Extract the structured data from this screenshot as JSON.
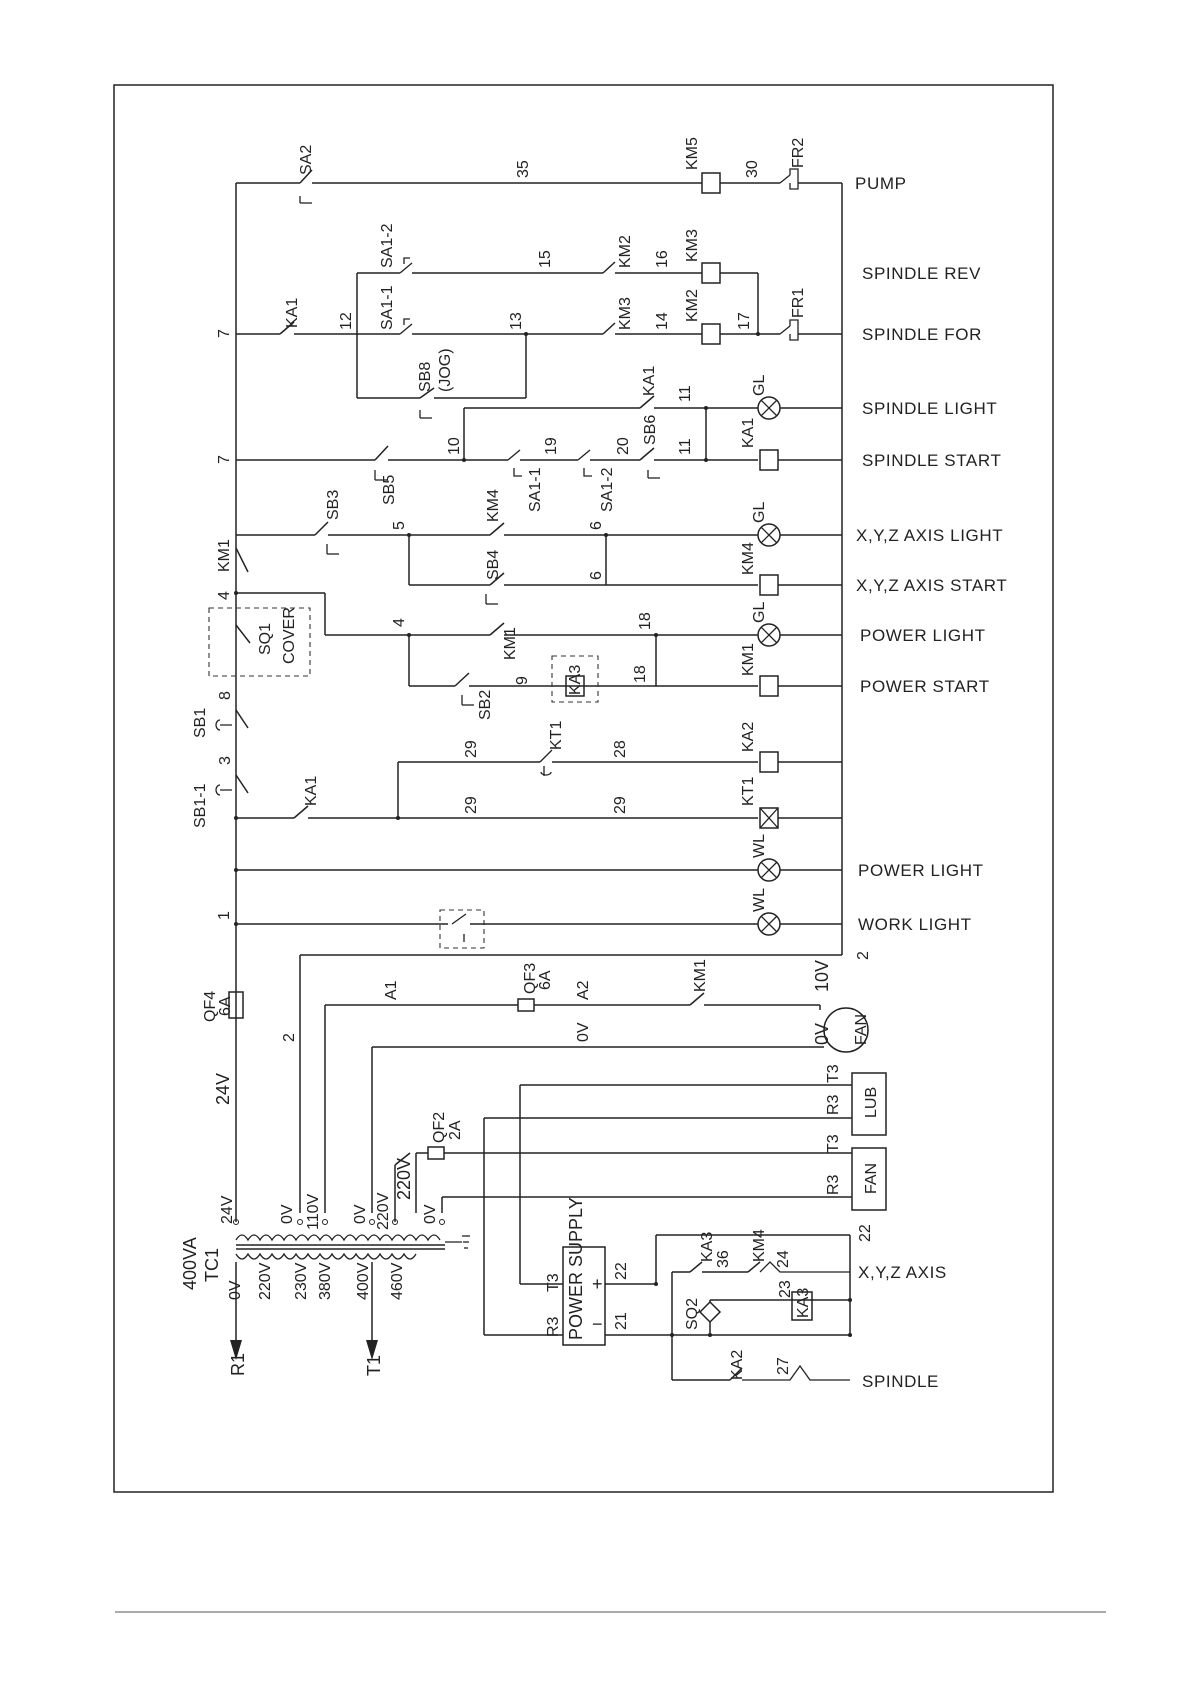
{
  "rail_labels": {
    "pump": "PUMP",
    "spindle_rev": "SPINDLE REV",
    "spindle_for": "SPINDLE FOR",
    "spindle_light": "SPINDLE LIGHT",
    "spindle_start": "SPINDLE START",
    "xyz_light": "X,Y,Z AXIS LIGHT",
    "xyz_start": "X,Y,Z AXIS START",
    "power_light": "POWER LIGHT",
    "power_start": "POWER START",
    "power_light_2": "POWER LIGHT",
    "work_light": "WORK LIGHT",
    "xyz_axis": "X,Y,Z AXIS",
    "spindle": "SPINDLE"
  },
  "components": {
    "sa2": "SA2",
    "km5": "KM5",
    "fr2": "FR2",
    "sa1_2": "SA1-2",
    "km2": "KM2",
    "km3": "KM3",
    "ka1": "KA1",
    "sa1_1": "SA1-1",
    "fr1": "FR1",
    "sb8": "SB8",
    "jog": "(JOG)",
    "gl": "GL",
    "sb5": "SB5",
    "sb6": "SB6",
    "sb3": "SB3",
    "km4": "KM4",
    "sb4": "SB4",
    "km1": "KM1",
    "sq1": "SQ1",
    "cover": "COVER",
    "sb2": "SB2",
    "ka3": "KA3",
    "sb1": "SB1",
    "sb1_1": "SB1-1",
    "kt1": "KT1",
    "ka2": "KA2",
    "wl": "WL",
    "qf4": "QF4",
    "qf4_rating": "6A",
    "qf3": "QF3",
    "qf3_rating": "6A",
    "qf2": "QF2",
    "qf2_rating": "2A",
    "fan": "FAN",
    "lub": "LUB",
    "tc1": "TC1",
    "tc1_rating": "400VA",
    "power_supply": "POWER SUPPLY",
    "sq2": "SQ2"
  },
  "wire_numbers": {
    "n1": "1",
    "n2": "2",
    "n3": "3",
    "n4": "4",
    "n5": "5",
    "n6": "6",
    "n7": "7",
    "n8": "8",
    "n9": "9",
    "n10": "10",
    "n11": "11",
    "n12": "12",
    "n13": "13",
    "n14": "14",
    "n15": "15",
    "n16": "16",
    "n17": "17",
    "n18": "18",
    "n19": "19",
    "n20": "20",
    "n21": "21",
    "n22": "22",
    "n23": "23",
    "n24": "24",
    "n27": "27",
    "n28": "28",
    "n29": "29",
    "n30": "30",
    "n35": "35",
    "n36": "36",
    "a1": "A1",
    "a2": "A2",
    "r1": "R1",
    "t1": "T1",
    "r3": "R3",
    "t3": "T3"
  },
  "voltages": {
    "v0": "0V",
    "v10": "10V",
    "v24": "24V",
    "v110": "110V",
    "v220": "220V",
    "v230": "230V",
    "v380": "380V",
    "v400": "400V",
    "v460": "460V"
  },
  "symbols": {
    "plus": "+",
    "minus": "−"
  }
}
